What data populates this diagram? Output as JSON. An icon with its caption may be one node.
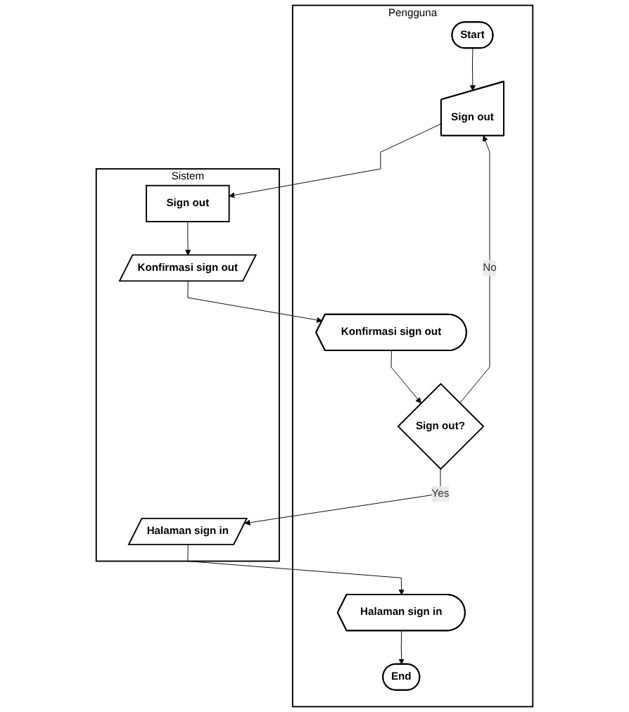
{
  "diagram": {
    "nodes": [
      {
        "text": [
          "Pengguna"
        ]
      },
      {
        "text": [
          "Sistem"
        ]
      },
      {
        "text": [
          "Start"
        ],
        "in": 0
      },
      {
        "text": [
          "Sign out"
        ],
        "in": 0
      },
      {
        "text": [
          "Sign out"
        ],
        "in": 1
      },
      {
        "text": [
          "Konfirmasi sign out"
        ],
        "in": 1
      },
      {
        "text": [
          "Konfirmasi sign out"
        ],
        "in": 0
      },
      {
        "text": [
          "Sign out?"
        ],
        "in": 0
      },
      {
        "text": [
          "Halaman sign in"
        ],
        "in": 1
      },
      {
        "text": [
          "Halaman sign in"
        ],
        "in": 0
      },
      {
        "text": [
          "End"
        ],
        "in": 0
      }
    ],
    "edges": [
      {
        "from": 2,
        "to": 3,
        "arrow": "to"
      },
      {
        "from": 3,
        "to": 4,
        "arrow": "to"
      },
      {
        "from": 4,
        "to": 5,
        "arrow": "to"
      },
      {
        "from": 5,
        "to": 6,
        "arrow": "to"
      },
      {
        "from": 6,
        "to": 7,
        "arrow": "to"
      },
      {
        "from": 7,
        "to": 3,
        "arrow": "to",
        "label": "No"
      },
      {
        "from": 7,
        "to": 8,
        "arrow": "to",
        "label": "Yes"
      },
      {
        "from": 8,
        "to": 9,
        "arrow": "to"
      },
      {
        "from": 9,
        "to": 10,
        "arrow": "to"
      }
    ]
  }
}
